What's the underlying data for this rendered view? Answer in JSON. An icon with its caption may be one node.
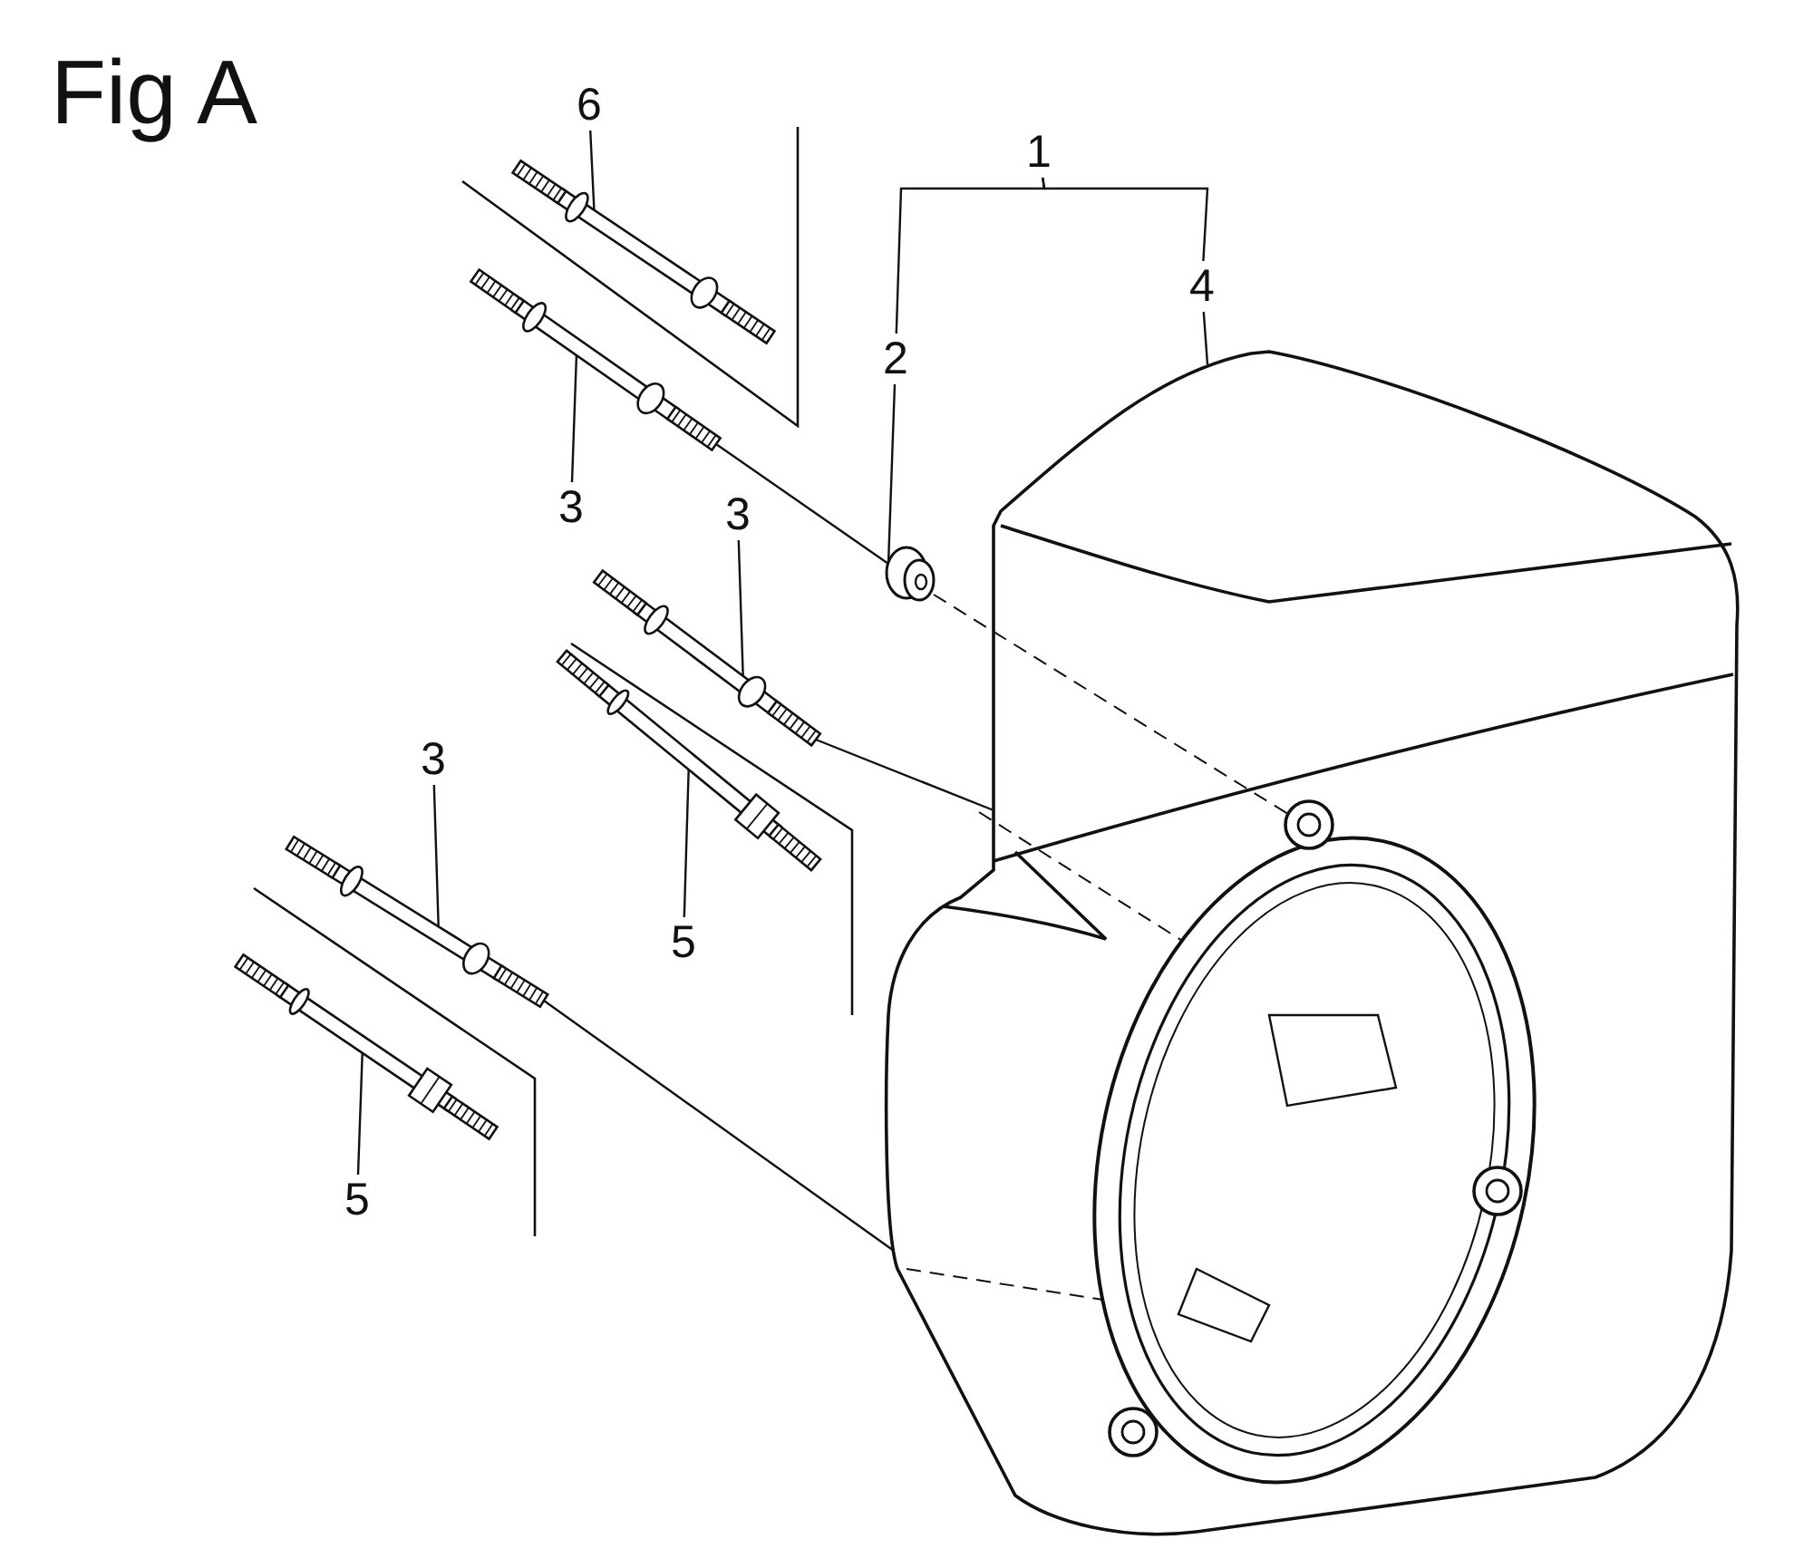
{
  "diagram": {
    "title": "Fig A",
    "nodes": [
      {
        "text": [
          "6"
        ]
      },
      {
        "text": [
          "3"
        ]
      },
      {
        "text": [
          "1"
        ]
      },
      {
        "text": [
          "2"
        ]
      },
      {
        "text": [
          "4"
        ]
      },
      {
        "text": [
          "3"
        ]
      },
      {
        "text": [
          "5"
        ]
      },
      {
        "text": [
          "3"
        ]
      },
      {
        "text": [
          "5"
        ]
      },
      {
        "text": [],
        "shape": "picture"
      },
      {
        "text": [],
        "shape": "picture"
      },
      {
        "text": [],
        "shape": "picture"
      },
      {
        "text": [],
        "shape": "picture"
      },
      {
        "text": [],
        "shape": "picture"
      },
      {
        "text": [],
        "shape": "picture"
      },
      {
        "text": [],
        "shape": "picture"
      },
      {
        "text": [],
        "shape": "picture"
      }
    ],
    "edges": [
      {
        "from": 0,
        "to": 9,
        "arrow": "none"
      },
      {
        "from": 1,
        "to": 10,
        "arrow": "none"
      },
      {
        "from": 2,
        "to": 3,
        "arrow": "none"
      },
      {
        "from": 2,
        "to": 4,
        "arrow": "none"
      },
      {
        "from": 3,
        "to": 11,
        "arrow": "none"
      },
      {
        "from": 4,
        "to": 12,
        "arrow": "none"
      },
      {
        "from": 5,
        "to": 13,
        "arrow": "none"
      },
      {
        "from": 6,
        "to": 14,
        "arrow": "none"
      },
      {
        "from": 7,
        "to": 15,
        "arrow": "none"
      },
      {
        "from": 8,
        "to": 16,
        "arrow": "none"
      },
      {
        "from": 10,
        "to": 11,
        "arrow": "none"
      },
      {
        "from": 13,
        "to": 12,
        "arrow": "none"
      },
      {
        "from": 15,
        "to": 12,
        "arrow": "none"
      }
    ]
  }
}
